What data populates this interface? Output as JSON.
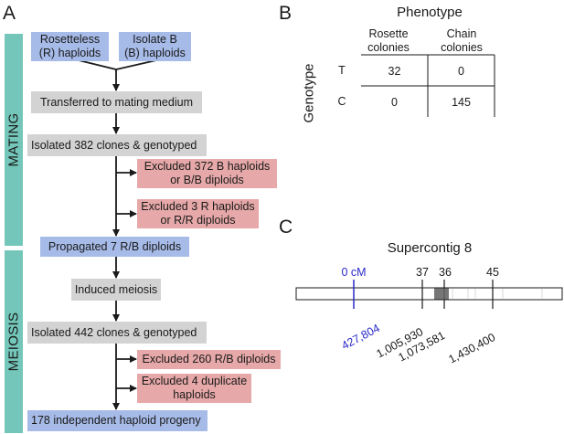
{
  "panels": {
    "a": "A",
    "b": "B",
    "c": "C"
  },
  "panel_a": {
    "side_labels": {
      "mating": "MATING",
      "meiosis": "MEIOSIS"
    },
    "boxes": {
      "rosetteless": "Rosetteless\n(R) haploids",
      "isolate_b": "Isolate B\n(B) haploids",
      "transferred": "Transferred to mating medium",
      "isolated_382": "Isolated 382 clones & genotyped",
      "excluded_372": "Excluded 372 B haploids\nor B/B diploids",
      "excluded_3": "Excluded 3 R haploids\nor R/R diploids",
      "propagated": "Propagated 7 R/B diploids",
      "induced": "Induced meiosis",
      "isolated_442": "Isolated 442 clones & genotyped",
      "excluded_260": "Excluded 260 R/B diploids",
      "excluded_4": "Excluded 4 duplicate\nhaploids",
      "progeny": "178 independent haploid progeny"
    },
    "colors": {
      "blue": "#a7bbe8",
      "gray": "#d3d3d3",
      "red": "#e6a8a8",
      "teal": "#73c6b9"
    }
  },
  "panel_b": {
    "title": "Phenotype",
    "row_axis_label": "Genotype",
    "columns": [
      "Rosette\ncolonies",
      "Chain\ncolonies"
    ],
    "rows": [
      {
        "label": "T",
        "values": [
          "32",
          "0"
        ]
      },
      {
        "label": "C",
        "values": [
          "0",
          "145"
        ]
      }
    ]
  },
  "panel_c": {
    "title": "Supercontig 8",
    "cm_markers": [
      {
        "label": "0 cM",
        "color": "#2a2ac8"
      },
      {
        "label": "37",
        "color": "#1a1a1a"
      },
      {
        "label": "36",
        "color": "#1a1a1a"
      },
      {
        "label": "45",
        "color": "#1a1a1a"
      }
    ],
    "positions": [
      {
        "label": "427,804",
        "color": "#2a2ac8"
      },
      {
        "label": "1,005,930",
        "color": "#1a1a1a"
      },
      {
        "label": "1,073,581",
        "color": "#1a1a1a"
      },
      {
        "label": "1,430,400",
        "color": "#1a1a1a"
      }
    ]
  }
}
